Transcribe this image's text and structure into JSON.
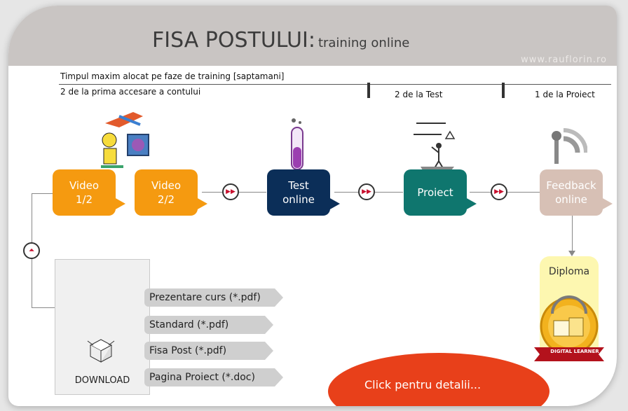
{
  "header": {
    "title": "FISA POSTULUI",
    "separator": ":",
    "subtitle": "training online",
    "site": "www.rauflorin.ro"
  },
  "timeline": {
    "label": "Timpul maxim alocat pe faze de training [saptamani]",
    "phase1": "2 de la prima accesare a contului",
    "phase2": "2 de la Test",
    "phase3": "1 de la Proiect"
  },
  "steps": [
    {
      "line1": "Video",
      "line2": "1/2",
      "color": "#f59a10"
    },
    {
      "line1": "Video",
      "line2": "2/2",
      "color": "#f59a10"
    },
    {
      "line1": "Test",
      "line2": "online",
      "color": "#0b2e58"
    },
    {
      "line1": "Proiect",
      "line2": "",
      "color": "#0f766e"
    },
    {
      "line1": "Feedback",
      "line2": "online",
      "color": "#d7c0b5"
    }
  ],
  "download": {
    "label": "DOWNLOAD",
    "items": [
      "Prezentare curs (*.pdf)",
      "Standard (*.pdf)",
      "Fisa Post (*.pdf)",
      "Pagina Proiect (*.doc)"
    ]
  },
  "diploma": {
    "label": "Diploma",
    "badge_text": "DIGITAL LEARNER"
  },
  "cta": {
    "label": "Click  pentru detalii..."
  },
  "colors": {
    "accent_red": "#e8401a",
    "node_red": "#c8102e"
  },
  "icons": {
    "next": "double-chevron-right-icon",
    "up": "double-chevron-up-icon"
  }
}
